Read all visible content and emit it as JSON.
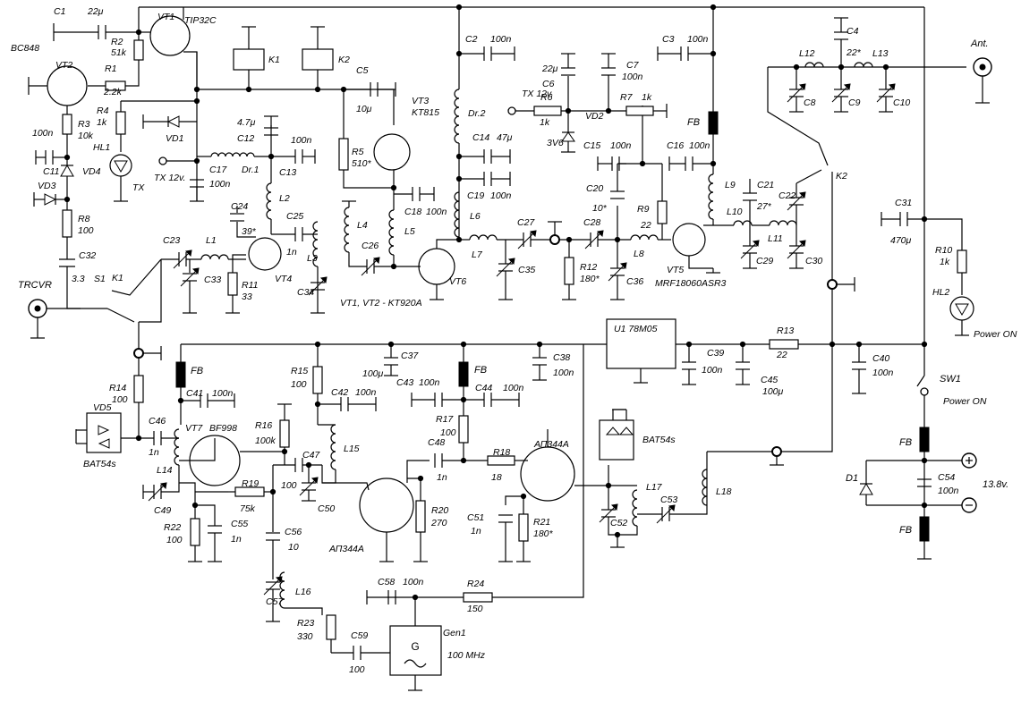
{
  "labels": {
    "C1": "C1",
    "C1v": "22μ",
    "VT1": "VT1",
    "VT1t": "TIP32C",
    "BC848": "BC848",
    "VT2": "VT2",
    "R2": "R2",
    "R2v": "51k",
    "R1": "R1",
    "R1v": "2.2k",
    "K1": "K1",
    "K2": "K2",
    "C5": "C5",
    "C5v": "10μ",
    "R4": "R4",
    "R4v": "1k",
    "R3": "R3",
    "R3v": "10k",
    "HL1": "HL1",
    "TX": "TX",
    "VD1": "VD1",
    "C11": "C11",
    "C11v": "100n",
    "VD4": "VD4",
    "VD3": "VD3",
    "R8": "R8",
    "R8v": "100",
    "C32": "C32",
    "C32v": "3.3",
    "S1": "S1",
    "TRCVR": "TRCVR",
    "K1b": "K1",
    "C12": "C12",
    "C12v": "4.7μ",
    "C13": "C13",
    "C13v": "100n",
    "C17": "C17",
    "C17v": "100n",
    "Dr1": "Dr.1",
    "TX12a": "TX 12v.",
    "VT3": "VT3",
    "VT3t": "KT815",
    "R5": "R5",
    "R5v": "510*",
    "C2": "C2",
    "C2v": "100n",
    "Dr2": "Dr.2",
    "C14": "C14",
    "C14v": "47μ",
    "C19": "C19",
    "C19v": "100n",
    "C18": "C18",
    "C18v": "100n",
    "C3": "C3",
    "C3v": "100n",
    "C6": "C6",
    "C6v": "22μ",
    "C7": "C7",
    "C7v": "100n",
    "TX12b": "TX 12v.",
    "R6": "R6",
    "R6v": "1k",
    "VD2": "VD2",
    "VD2v": "3V6",
    "R7": "R7",
    "R7v": "1k",
    "FB": "FB",
    "C15": "C15",
    "C15v": "100n",
    "C16": "C16",
    "C16v": "100n",
    "C20": "C20",
    "C20v": "10*",
    "R9": "R9",
    "R9v": "22",
    "C4": "C4",
    "C4v": "22*",
    "L12": "L12",
    "L13": "L13",
    "Ant": "Ant.",
    "C8": "C8",
    "C9": "C9",
    "C10": "C10",
    "K2b": "K2",
    "C31": "C31",
    "C31v": "470μ",
    "L9": "L9",
    "C21": "C21",
    "C21v": "27*",
    "C22": "C22",
    "L10": "L10",
    "L11": "L11",
    "C29": "C29",
    "C30": "C30",
    "R10": "R10",
    "R10v": "1k",
    "HL2": "HL2",
    "PowerON": "Power ON",
    "C24": "C24",
    "C24v": "39*",
    "C25": "C25",
    "C25v": "1n",
    "L2": "L2",
    "L3": "L3",
    "L4": "L4",
    "L5": "L5",
    "L6": "L6",
    "L7": "L7",
    "L8": "L8",
    "C23": "C23",
    "L1": "L1",
    "C33": "C33",
    "R11": "R11",
    "R11v": "33",
    "VT4": "VT4",
    "C34": "C34",
    "C26": "C26",
    "VT6": "VT6",
    "C27": "C27",
    "C28": "C28",
    "C35": "C35",
    "C36": "C36",
    "R12": "R12",
    "R12v": "180*",
    "VT5": "VT5",
    "VT5t": "MRF18060ASR3",
    "VTnote": "VT1, VT2 - KT920A",
    "U1": "U1 78M05",
    "R13": "R13",
    "R13v": "22",
    "C37": "C37",
    "C37v": "100μ",
    "C38": "C38",
    "C38v": "100n",
    "C39": "C39",
    "C39v": "100n",
    "C45": "C45",
    "C45v": "100μ",
    "C40": "C40",
    "C40v": "100n",
    "R14": "R14",
    "R14v": "100",
    "FBa": "FB",
    "C41": "C41",
    "C41v": "100n",
    "VD5": "VD5",
    "BAT54s": "BAT54s",
    "C46": "C46",
    "C46v": "1n",
    "VT7": "VT7",
    "VT7t": "BF998",
    "L14": "L14",
    "C49": "C49",
    "R15": "R15",
    "R15v": "100",
    "C42": "C42",
    "C42v": "100n",
    "C43": "C43",
    "C43v": "100n",
    "C44": "C44",
    "C44v": "100n",
    "FBb": "FB",
    "R17": "R17",
    "R17v": "100",
    "R16": "R16",
    "R16v": "100k",
    "C47": "C47",
    "L15": "L15",
    "C48": "C48",
    "C48v": "1n",
    "R18": "R18",
    "R18v": "18",
    "AP344Aa": "АП344А",
    "BAT54s2": "BAT54s",
    "R19": "R19",
    "R19v": "75k",
    "C50": "C50",
    "C47v": "100",
    "R22": "R22",
    "R22v": "100",
    "C55": "C55",
    "C55v": "1n",
    "C56": "C56",
    "C56v": "10",
    "R20": "R20",
    "R20v": "270",
    "C51": "C51",
    "C51v": "1n",
    "R21": "R21",
    "R21v": "180*",
    "AP344Ab": "АП344А",
    "L17": "L17",
    "C53": "C53",
    "C52": "C52",
    "L18": "L18",
    "SW1": "SW1",
    "PowerON2": "Power ON",
    "FBc": "FB",
    "D1": "D1",
    "C54": "C54",
    "C54v": "100n",
    "V138": "13.8v.",
    "FBd": "FB",
    "C57": "C57",
    "L16": "L16",
    "R23": "R23",
    "R23v": "330",
    "C58": "C58",
    "C58v": "100n",
    "R24": "R24",
    "R24v": "150",
    "C59": "C59",
    "C59v": "100",
    "Gen1": "Gen1",
    "G": "G",
    "Gen1f": "100 MHz"
  }
}
